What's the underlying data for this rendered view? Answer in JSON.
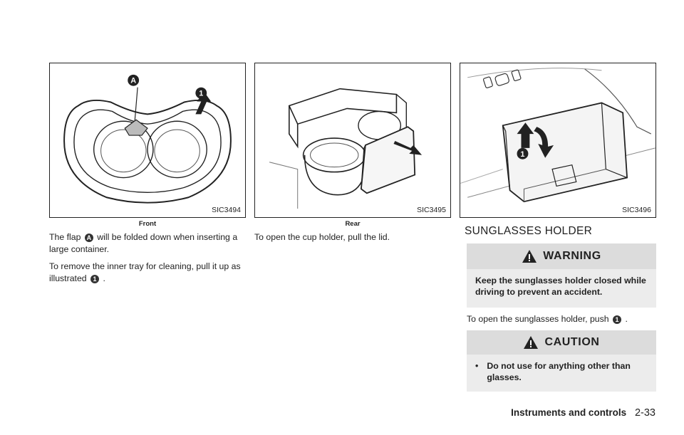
{
  "figures": [
    {
      "id": "SIC3494",
      "caption": "Front",
      "labels": {
        "a": "A",
        "one": "1"
      }
    },
    {
      "id": "SIC3495",
      "caption": "Rear"
    },
    {
      "id": "SIC3496",
      "caption": "",
      "labels": {
        "one": "1"
      }
    }
  ],
  "column1": {
    "p1_before": "The flap",
    "p1_callout": "A",
    "p1_after": "will be folded down when inserting a large container.",
    "p2_before": "To remove the inner tray for cleaning, pull it up as illustrated",
    "p2_callout": "1",
    "p2_after": "."
  },
  "column2": {
    "p1": "To open the cup holder, pull the lid."
  },
  "column3": {
    "title": "SUNGLASSES HOLDER",
    "warning_label": "WARNING",
    "warning_text": "Keep the sunglasses holder closed while driving to prevent an accident.",
    "instruction_before": "To open the sunglasses holder, push",
    "instruction_callout": "1",
    "instruction_after": ".",
    "caution_label": "CAUTION",
    "caution_bullet": "•",
    "caution_text": "Do not use for anything other than glasses."
  },
  "footer": {
    "chapter": "Instruments and controls",
    "page": "2-33"
  }
}
